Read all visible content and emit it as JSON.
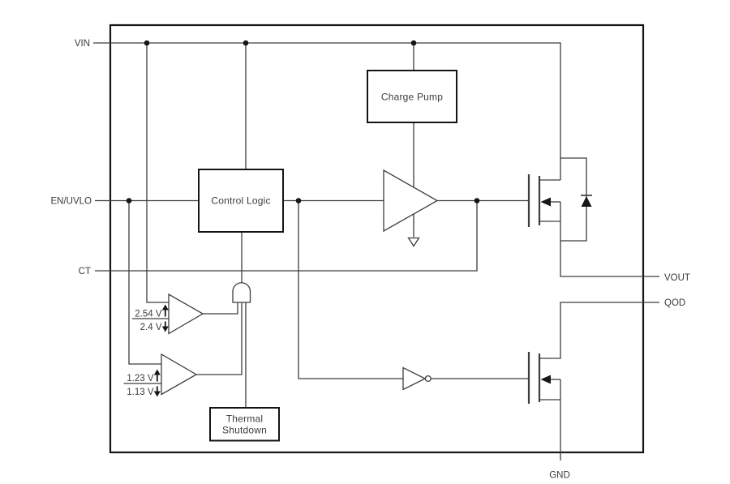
{
  "pins": {
    "vin": "VIN",
    "en_uvlo": "EN/UVLO",
    "ct": "CT",
    "vout": "VOUT",
    "qod": "QOD",
    "gnd": "GND"
  },
  "blocks": {
    "charge_pump": "Charge Pump",
    "control_logic": "Control Logic",
    "thermal_shutdown": {
      "line1": "Thermal",
      "line2": "Shutdown"
    }
  },
  "comparators": {
    "vin_uvlo": {
      "rising_threshold": "2.54 V",
      "falling_threshold": "2.4 V"
    },
    "en_uvlo": {
      "rising_threshold": "1.23 V",
      "falling_threshold": "1.13 V"
    }
  },
  "colors": {
    "background": "#ffffff",
    "wire": "#3d3d3d",
    "block_outline": "#141414",
    "junction_dot": "#161616",
    "label_text": "#3b3b3b"
  }
}
